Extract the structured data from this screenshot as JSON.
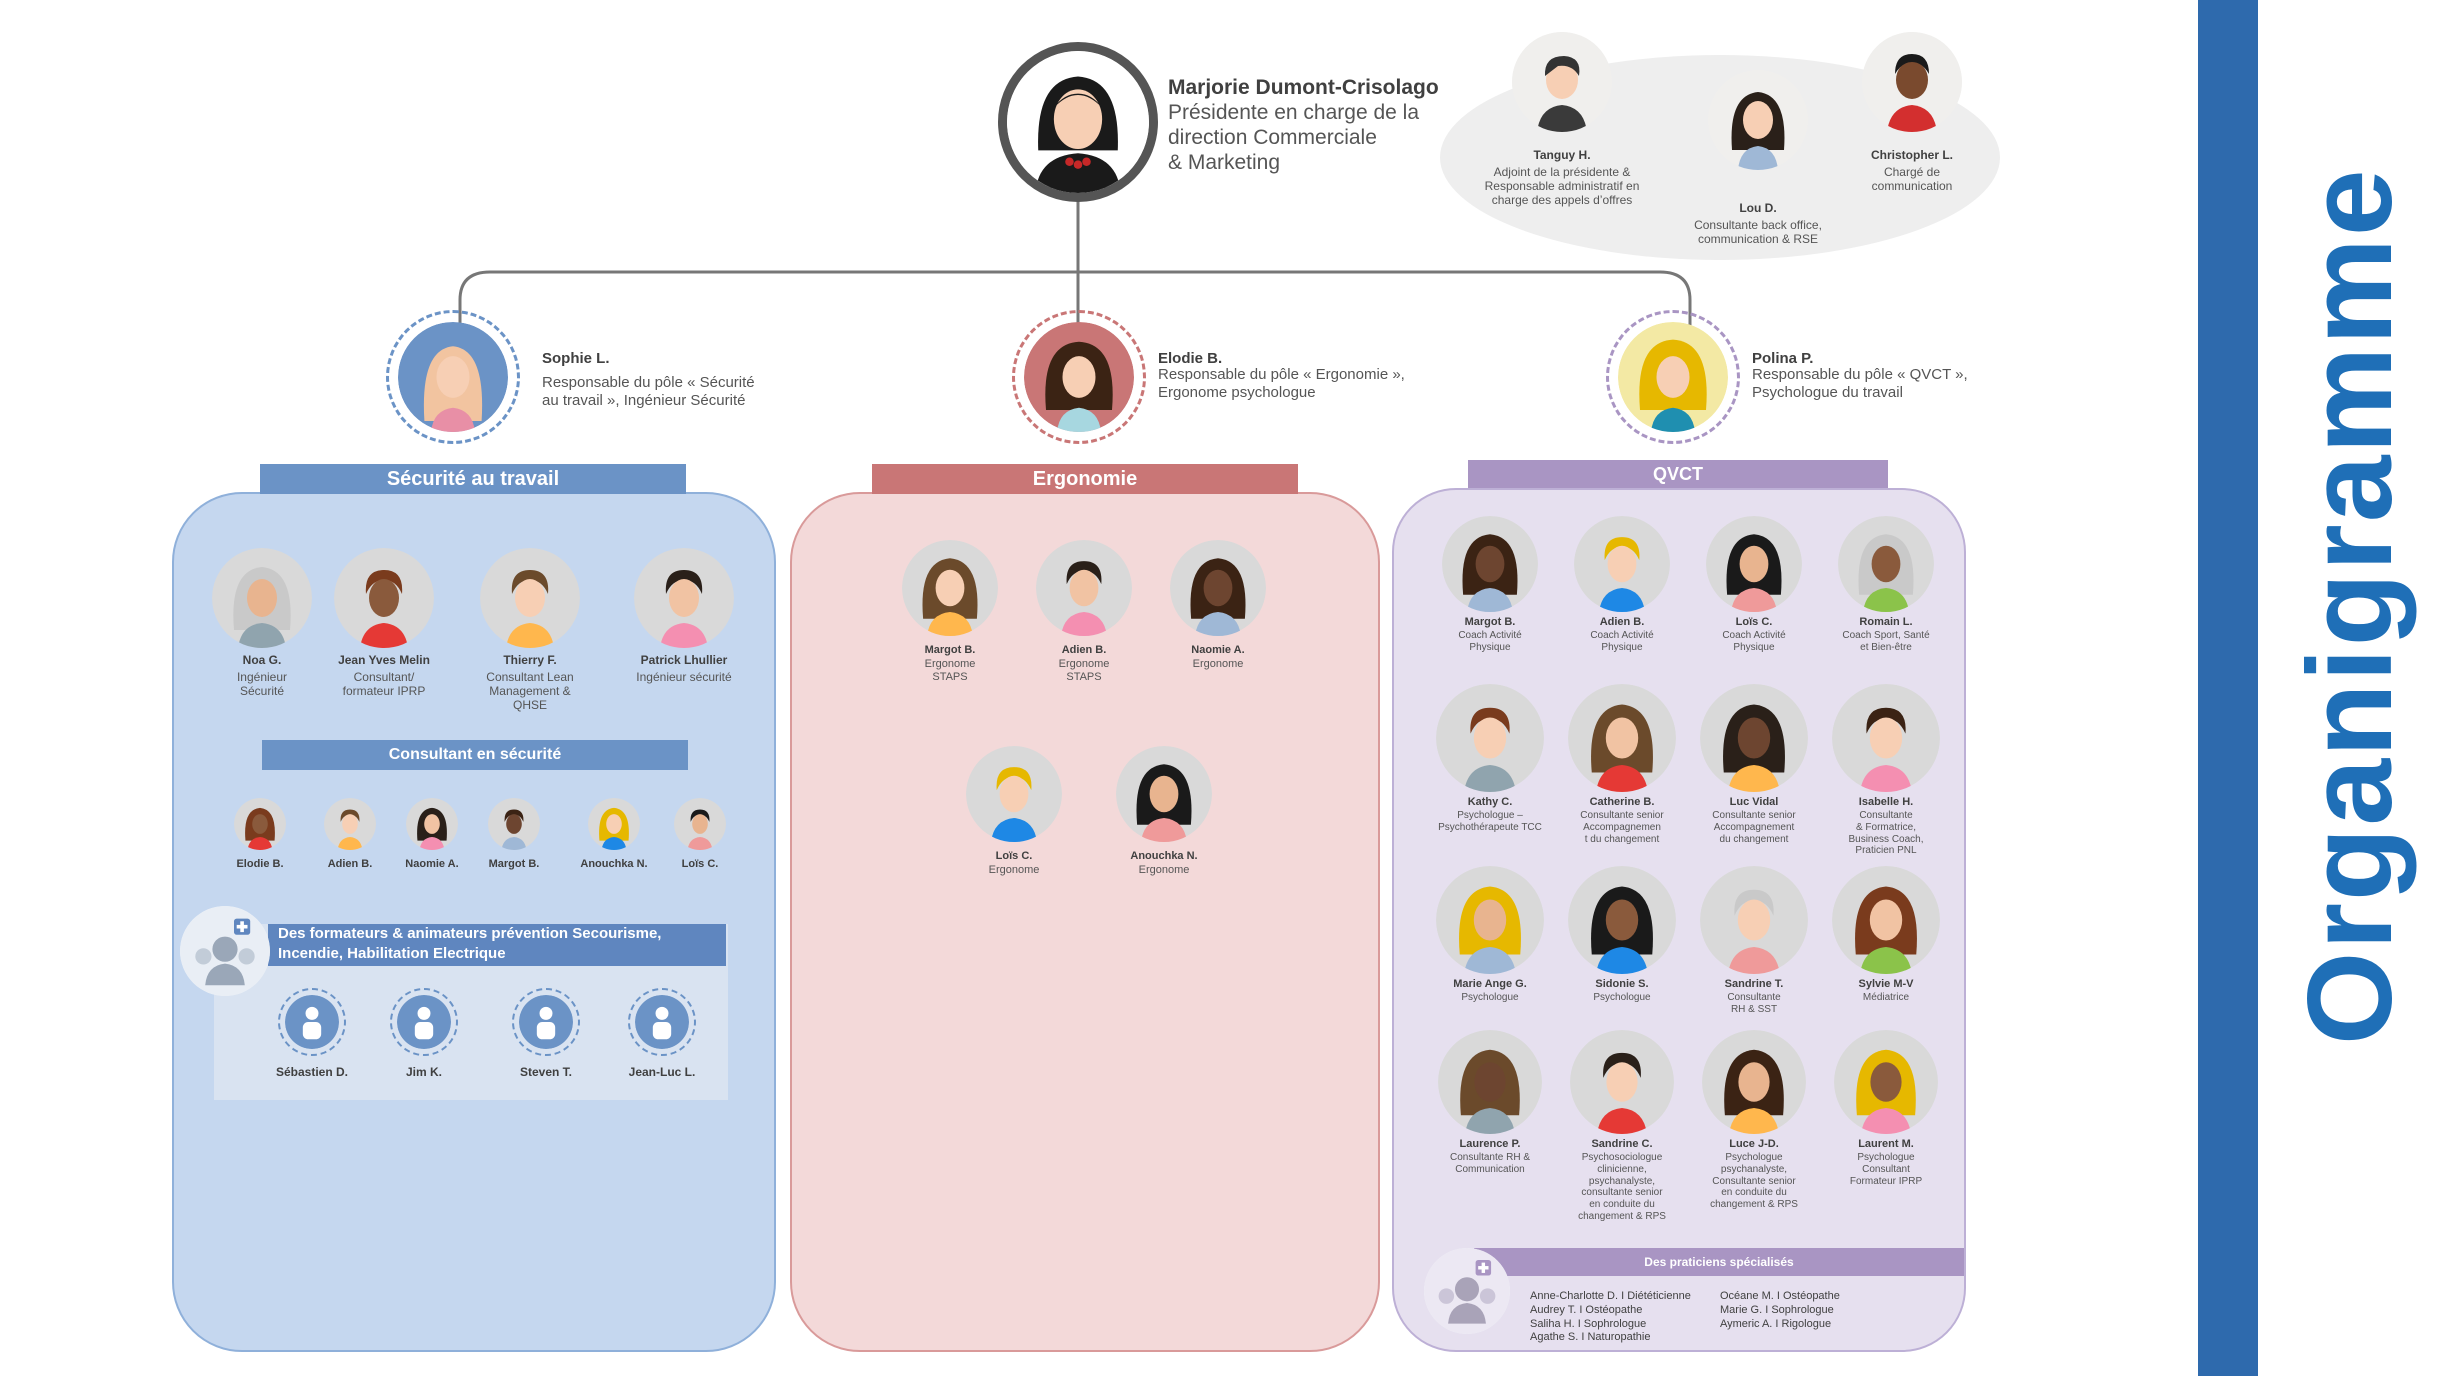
{
  "title": "Organigramme",
  "colors": {
    "securite": "#6b93c6",
    "ergonomie": "#c97676",
    "qvct": "#a995c3",
    "side_bar": "#2e6aad",
    "title_blue": "#1f6fb7"
  },
  "president": {
    "name": "Marjorie Dumont-Crisolago",
    "role": "Présidente en charge de la\ndirection Commerciale\n& Marketing"
  },
  "staff": [
    {
      "name": "Tanguy H.",
      "role": "Adjoint de la présidente &\nResponsable administratif en\ncharge des appels d’offres"
    },
    {
      "name": "Lou D.",
      "role": "Consultante back office,\ncommunication & RSE"
    },
    {
      "name": "Christopher  L.",
      "role": "Chargé de\ncommunication"
    }
  ],
  "poles": {
    "securite": {
      "head_name": "Sophie L.",
      "head_role": "Responsable du pôle « Sécurité\nau travail », Ingénieur Sécurité",
      "band": "Sécurité au travail",
      "members": [
        {
          "name": "Noa G.",
          "role": "Ingénieur\nSécurité"
        },
        {
          "name": "Jean Yves Melin",
          "role": "Consultant/\nformateur IPRP"
        },
        {
          "name": "Thierry  F.",
          "role": "Consultant Lean\nManagement &\nQHSE"
        },
        {
          "name": "Patrick Lhullier",
          "role": "Ingénieur sécurité"
        }
      ],
      "consultants_band": "Consultant en sécurité",
      "consultants": [
        "Elodie  B.",
        "Adien  B.",
        "Naomie  A.",
        "Margot  B.",
        "Anouchka  N.",
        "Loïs  C."
      ],
      "trainers_band": "Des formateurs & animateurs prévention Secourisme,\nIncendie, Habilitation Electrique",
      "trainers": [
        "Sébastien  D.",
        "Jim K.",
        "Steven  T.",
        "Jean-Luc  L."
      ]
    },
    "ergonomie": {
      "head_name": "Elodie B.",
      "head_role": "Responsable du pôle « Ergonomie »,\nErgonome psychologue",
      "band": "Ergonomie",
      "members": [
        {
          "name": "Margot  B.",
          "role": "Ergonome\nSTAPS"
        },
        {
          "name": "Adien  B.",
          "role": "Ergonome\nSTAPS"
        },
        {
          "name": "Naomie  A.",
          "role": "Ergonome"
        },
        {
          "name": "Loïs  C.",
          "role": "Ergonome"
        },
        {
          "name": "Anouchka  N.",
          "role": "Ergonome"
        }
      ]
    },
    "qvct": {
      "head_name": "Polina P.",
      "head_role": "Responsable du pôle « QVCT »,\nPsychologue du travail",
      "band": "QVCT",
      "members": [
        {
          "name": "Margot  B.",
          "role": "Coach Activité\nPhysique"
        },
        {
          "name": "Adien  B.",
          "role": "Coach Activité\nPhysique"
        },
        {
          "name": "Loïs  C.",
          "role": "Coach Activité\nPhysique"
        },
        {
          "name": "Romain  L.",
          "role": "Coach Sport, Santé\net Bien-être"
        },
        {
          "name": "Kathy  C.",
          "role": "Psychologue –\nPsychothérapeute TCC"
        },
        {
          "name": "Catherine  B.",
          "role": "Consultante senior\nAccompagnemen\nt du changement"
        },
        {
          "name": "Luc  Vidal",
          "role": "Consultante senior\nAccompagnement\ndu changement"
        },
        {
          "name": "Isabelle  H.",
          "role": "Consultante\n& Formatrice,\nBusiness Coach,\nPraticien PNL"
        },
        {
          "name": "Marie Ange  G.",
          "role": "Psychologue"
        },
        {
          "name": "Sidonie  S.",
          "role": "Psychologue"
        },
        {
          "name": "Sandrine  T.",
          "role": "Consultante\nRH & SST"
        },
        {
          "name": "Sylvie  M-V",
          "role": "Médiatrice"
        },
        {
          "name": "Laurence  P.",
          "role": "Consultante RH &\nCommunication"
        },
        {
          "name": "Sandrine  C.",
          "role": "Psychosociologue\nclinicienne,\npsychanalyste,\nconsultante senior\nen conduite du\nchangement  & RPS"
        },
        {
          "name": "Luce  J-D.",
          "role": "Psychologue\npsychanalyste,\nConsultante senior\nen conduite du\nchangement  & RPS"
        },
        {
          "name": "Laurent  M.",
          "role": "Psychologue\nConsultant\nFormateur IPRP"
        }
      ],
      "specialists_band": "Des praticiens spécialisés",
      "specialists_left": [
        "Anne-Charlotte  D. I Diététicienne",
        "Audrey  T. I Ostéopathe",
        "Saliha  H. I Sophrologue",
        "Agathe  S. I Naturopathie"
      ],
      "specialists_right": [
        "Océane  M. I Ostéopathe",
        "Marie  G. I Sophrologue",
        "Aymeric  A. I Rigologue"
      ]
    }
  }
}
